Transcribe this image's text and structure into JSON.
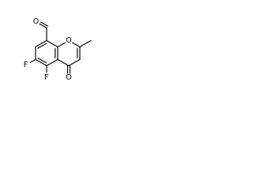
{
  "molecule": {
    "atom_labels": {
      "aldehyde_oxygen": "O",
      "ring_oxygen": "O",
      "fluorine_6": "F",
      "fluorine_5": "F",
      "ketone_oxygen": "O"
    },
    "colors": {
      "bond": "#000000",
      "label": "#000000",
      "background": "#ffffff"
    }
  }
}
